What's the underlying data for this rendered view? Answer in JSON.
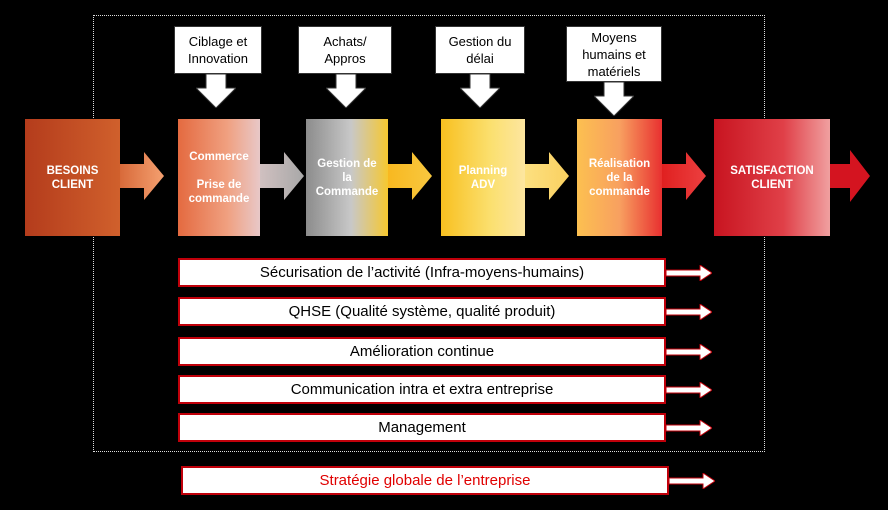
{
  "inputs": [
    {
      "label": "Ciblage et\nInnovation"
    },
    {
      "label": "Achats/\nAppros"
    },
    {
      "label": "Gestion du\ndélai"
    },
    {
      "label": "Moyens\nhumains et\nmatériels"
    }
  ],
  "process": {
    "start": "BESOINS\nCLIENT",
    "steps": [
      "Commerce\n\nPrise de\ncommande",
      "Gestion de\nla\nCommande",
      "Planning\nADV",
      "Réalisation\nde la\ncommande"
    ],
    "end": "SATISFACTION\nCLIENT"
  },
  "support": [
    "Sécurisation de l’activité (Infra-moyens-humains)",
    "QHSE (Qualité système, qualité produit)",
    "Amélioration continue",
    "Communication intra et extra entreprise",
    "Management"
  ],
  "strategy": "Stratégie globale de l’entreprise",
  "colors": {
    "red_border": "#c0000a",
    "start_block": "#c8501e",
    "end_block": "#c8141e"
  }
}
